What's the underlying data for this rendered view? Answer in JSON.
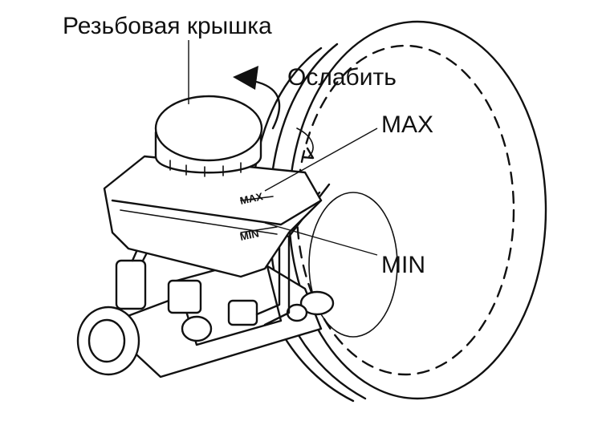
{
  "labels": {
    "cap": "Резьбовая крышка",
    "loosen": "Ослабить",
    "max": "MAX",
    "min": "MIN"
  },
  "reservoir_marks": {
    "max": "MAX",
    "min": "MIN"
  }
}
